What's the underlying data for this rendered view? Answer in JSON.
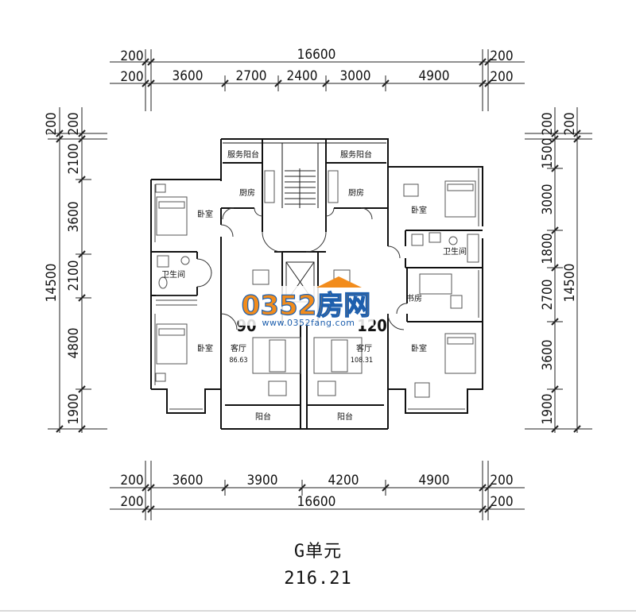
{
  "dimensions": {
    "top_total": "16600",
    "top_offsets": [
      "200",
      "200",
      "200",
      "200"
    ],
    "top_segments": [
      "3600",
      "2700",
      "2400",
      "3000",
      "4900"
    ],
    "bottom_total": "16600",
    "bottom_offsets": [
      "200",
      "200",
      "200",
      "200"
    ],
    "bottom_segments": [
      "3600",
      "3900",
      "4200",
      "4900"
    ],
    "left_total": "14500",
    "left_offsets": [
      "200",
      "200"
    ],
    "left_segments": [
      "2100",
      "3600",
      "2100",
      "4800",
      "1900"
    ],
    "right_total": "14500",
    "right_offsets": [
      "200",
      "200"
    ],
    "right_segments": [
      "1500",
      "3000",
      "1800",
      "2700",
      "3600",
      "1900"
    ]
  },
  "rooms": {
    "service_balcony_left": "服务阳台",
    "service_balcony_right": "服务阳台",
    "kitchen_left": "厨房",
    "kitchen_right": "厨房",
    "bedroom_left_top": "卧室",
    "bedroom_left_bottom": "卧室",
    "bathroom_left": "卫生间",
    "living_left": "客厅",
    "living_left_area": "86.63",
    "living_right": "客厅",
    "living_right_area": "108.31",
    "balcony_left": "阳台",
    "balcony_right": "阳台",
    "bedroom_right_top": "卧室",
    "bathroom_right": "卫生间",
    "study_right": "书房",
    "bedroom_right_bottom": "卧室",
    "type_left": "90",
    "type_right": "120"
  },
  "watermark": {
    "brand": "0352房网",
    "url": "www.0352fang.com",
    "colors": {
      "orange": "#f28c1c",
      "blue": "#1d5fae"
    }
  },
  "footer": {
    "unit_title": "G单元",
    "unit_area": "216.21"
  }
}
